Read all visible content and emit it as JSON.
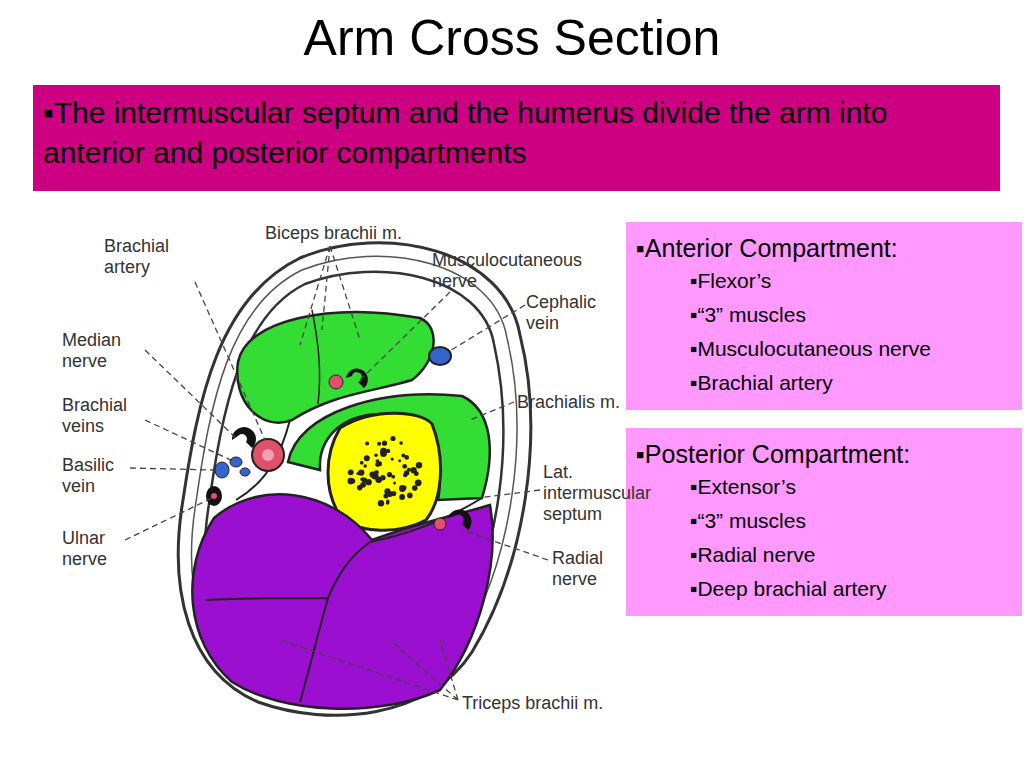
{
  "diagram": {
    "title": "Arm Cross Section",
    "nodes": [
      {
        "text": [
          "▪The intermuscular septum and the humerus divide the arm into anterior and posterior compartments"
        ]
      },
      {
        "text": [
          "▪Anterior Compartment:",
          "▪Flexor’s",
          "▪“3” muscles",
          "▪Musculocutaneous nerve",
          "▪Brachial artery"
        ]
      },
      {
        "text": [
          "▪Posterior Compartment:",
          "▪Extensor’s",
          "▪“3” muscles",
          "▪Radial nerve",
          "▪Deep brachial artery"
        ]
      }
    ],
    "labels": [
      "Brachial artery",
      "Biceps brachii m.",
      "Musculocutaneous nerve",
      "Cephalic vein",
      "Median nerve",
      "Brachial veins",
      "Basilic vein",
      "Ulnar nerve",
      "Brachialis m.",
      "Lat. intermuscular septum",
      "Radial nerve",
      "Triceps brachii m."
    ]
  }
}
